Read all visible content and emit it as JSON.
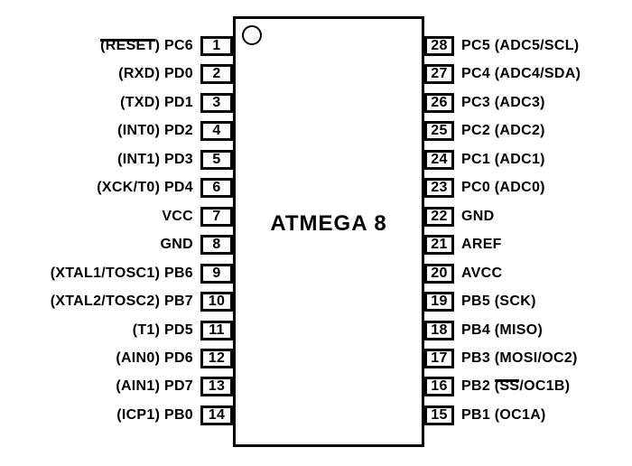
{
  "chip": {
    "name": "ATMEGA 8",
    "pin1_marker": "circle",
    "package": "DIP-28"
  },
  "colors": {
    "ink": "#000000",
    "background": "#ffffff"
  },
  "left_pins": [
    {
      "number": "1",
      "label": [
        {
          "t": "(RESET",
          "ov": true
        },
        {
          "t": ") PC6"
        }
      ]
    },
    {
      "number": "2",
      "label": [
        {
          "t": "(RXD) PD0"
        }
      ]
    },
    {
      "number": "3",
      "label": [
        {
          "t": "(TXD) PD1"
        }
      ]
    },
    {
      "number": "4",
      "label": [
        {
          "t": "(INT0) PD2"
        }
      ]
    },
    {
      "number": "5",
      "label": [
        {
          "t": "(INT1) PD3"
        }
      ]
    },
    {
      "number": "6",
      "label": [
        {
          "t": "(XCK/T0) PD4"
        }
      ]
    },
    {
      "number": "7",
      "label": [
        {
          "t": "VCC"
        }
      ]
    },
    {
      "number": "8",
      "label": [
        {
          "t": "GND"
        }
      ]
    },
    {
      "number": "9",
      "label": [
        {
          "t": "(XTAL1/TOSC1) PB6"
        }
      ]
    },
    {
      "number": "10",
      "label": [
        {
          "t": "(XTAL2/TOSC2) PB7"
        }
      ]
    },
    {
      "number": "11",
      "label": [
        {
          "t": "(T1) PD5"
        }
      ]
    },
    {
      "number": "12",
      "label": [
        {
          "t": "(AIN0) PD6"
        }
      ]
    },
    {
      "number": "13",
      "label": [
        {
          "t": "(AIN1) PD7"
        }
      ]
    },
    {
      "number": "14",
      "label": [
        {
          "t": "(ICP1) PB0"
        }
      ]
    }
  ],
  "right_pins": [
    {
      "number": "28",
      "label": [
        {
          "t": "PC5 (ADC5/SCL)"
        }
      ]
    },
    {
      "number": "27",
      "label": [
        {
          "t": "PC4 (ADC4/SDA)"
        }
      ]
    },
    {
      "number": "26",
      "label": [
        {
          "t": "PC3 (ADC3)"
        }
      ]
    },
    {
      "number": "25",
      "label": [
        {
          "t": "PC2 (ADC2)"
        }
      ]
    },
    {
      "number": "24",
      "label": [
        {
          "t": "PC1 (ADC1)"
        }
      ]
    },
    {
      "number": "23",
      "label": [
        {
          "t": "PC0 (ADC0)"
        }
      ]
    },
    {
      "number": "22",
      "label": [
        {
          "t": "GND"
        }
      ]
    },
    {
      "number": "21",
      "label": [
        {
          "t": "AREF"
        }
      ]
    },
    {
      "number": "20",
      "label": [
        {
          "t": "AVCC"
        }
      ]
    },
    {
      "number": "19",
      "label": [
        {
          "t": "PB5 (SCK)"
        }
      ]
    },
    {
      "number": "18",
      "label": [
        {
          "t": "PB4 (MISO)"
        }
      ]
    },
    {
      "number": "17",
      "label": [
        {
          "t": "PB3 (MOSI/OC2)"
        }
      ]
    },
    {
      "number": "16",
      "label": [
        {
          "t": "PB2 "
        },
        {
          "t": "(SS",
          "ov": true
        },
        {
          "t": "/OC1B)"
        }
      ]
    },
    {
      "number": "15",
      "label": [
        {
          "t": "PB1 (OC1A)"
        }
      ]
    }
  ]
}
